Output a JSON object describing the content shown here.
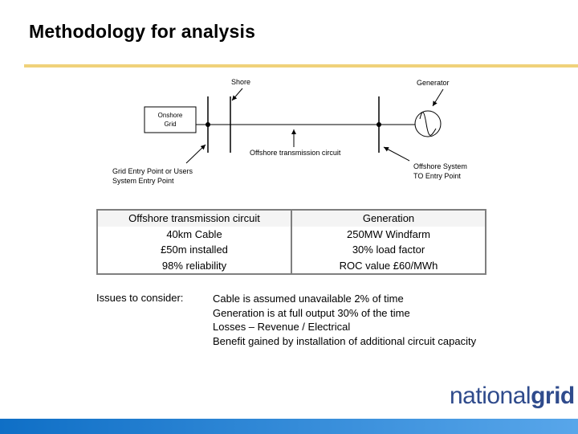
{
  "title": "Methodology for analysis",
  "diagram": {
    "shore": "Shore",
    "generator": "Generator",
    "onshore_grid_line1": "Onshore",
    "onshore_grid_line2": "Grid",
    "offshore_circuit": "Offshore transmission circuit",
    "grid_entry_line1": "Grid Entry Point or Users",
    "grid_entry_line2": "System Entry Point",
    "offshore_system_line1": "Offshore System",
    "offshore_system_line2": "TO Entry Point"
  },
  "table": {
    "rows": [
      [
        "Offshore transmission circuit",
        "Generation"
      ],
      [
        "40km Cable",
        "250MW Windfarm"
      ],
      [
        "£50m installed",
        "30% load factor"
      ],
      [
        "98% reliability",
        "ROC value £60/MWh"
      ]
    ]
  },
  "issues": {
    "label": "Issues to consider:",
    "items": [
      "Cable is assumed unavailable 2% of time",
      "Generation is at full output 30% of the time",
      "Losses – Revenue / Electrical",
      "Benefit gained by installation of additional circuit capacity"
    ]
  },
  "logo": {
    "part1": "national",
    "part2": "grid"
  },
  "colors": {
    "title_rule": "#f0d27a",
    "logo": "#2f4b8c",
    "footer": "#0f6fc6"
  }
}
